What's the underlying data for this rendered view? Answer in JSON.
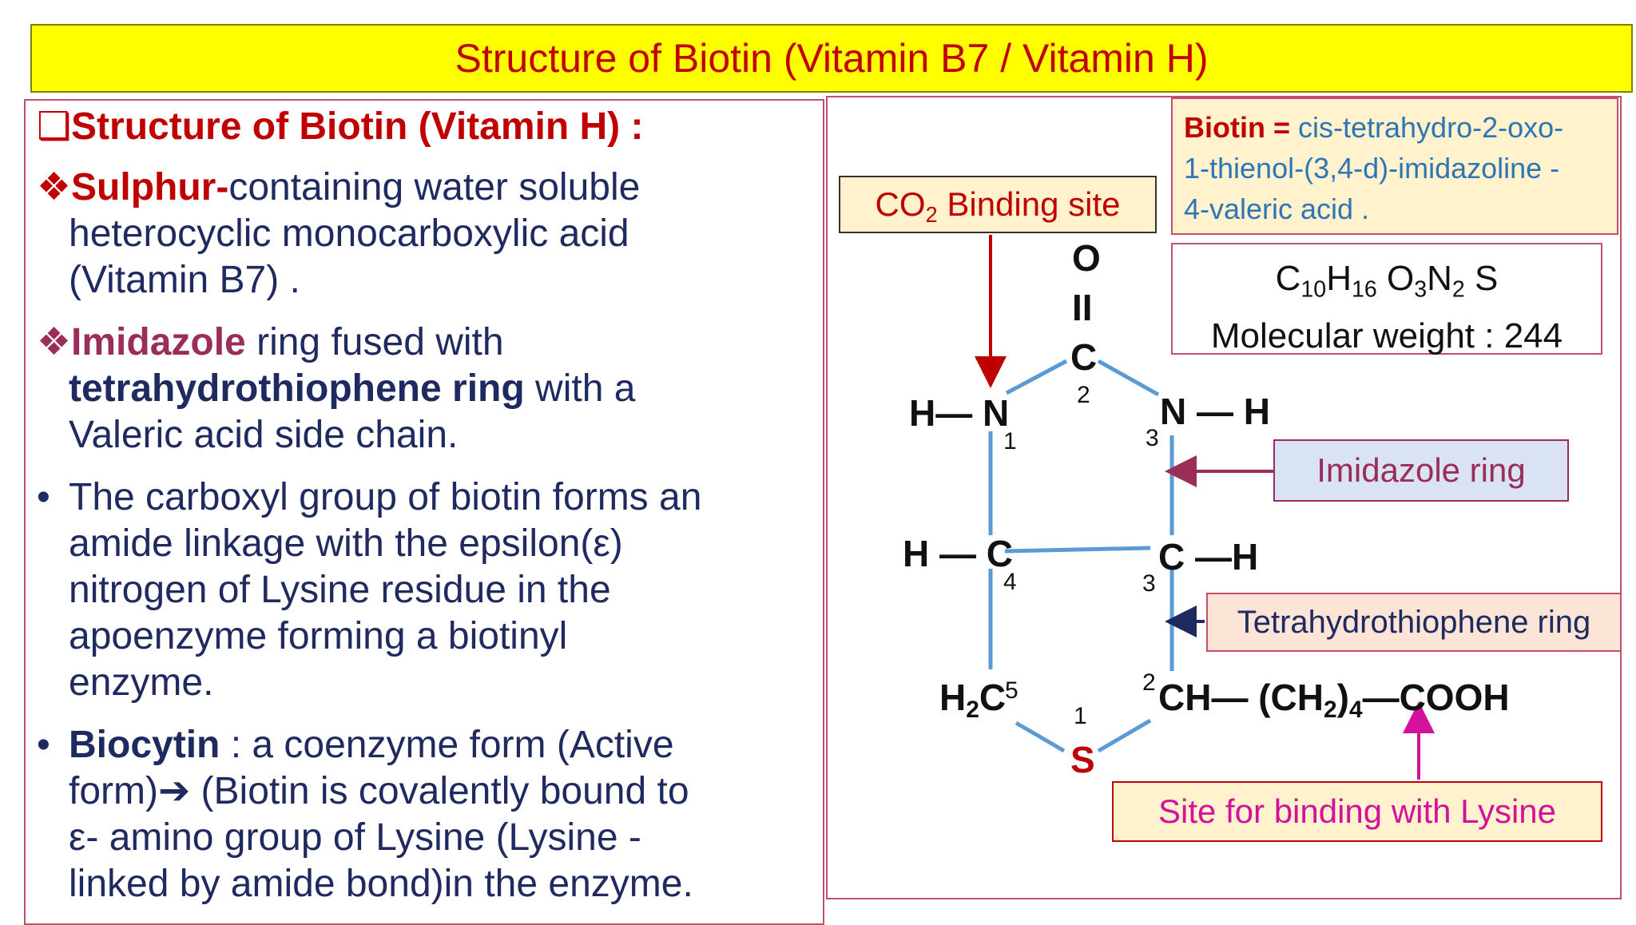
{
  "title": "Structure of Biotin (Vitamin B7 / Vitamin H)",
  "left": {
    "heading_mark": "❑",
    "heading": "Structure of Biotin (Vitamin H) :",
    "p1": {
      "mark": "❖",
      "highlight": "Sulphur-",
      "l1": "containing water soluble",
      "l2": "heterocyclic monocarboxylic acid",
      "l3": "(Vitamin B7) ."
    },
    "p2": {
      "mark": "❖",
      "highlight": "Imidazole",
      "l1": " ring fused with",
      "bold2": "tetrahydrothiophene ring",
      "l2": " with a",
      "l3": "Valeric acid side chain."
    },
    "p3": {
      "bullet": "•",
      "l1": "The carboxyl group of biotin forms an",
      "l2": "amide linkage with the epsilon(ε)",
      "l3": "nitrogen of Lysine residue in the",
      "l4": "apoenzyme forming a biotinyl",
      "l5": "enzyme."
    },
    "p4": {
      "bullet": "•",
      "bold1": "Biocytin",
      "l1": " : a coenzyme form (Active",
      "l2": "form)",
      "arrow": "➔",
      "l2b": " (Biotin is covalently bound to",
      "l3": "ε- amino group of Lysine (Lysine -",
      "l4": "linked by amide bond)in the enzyme."
    }
  },
  "iupac": {
    "label": "Biotin =",
    "l1": "cis-tetrahydro-2-oxo-",
    "l2": "1-thienol-(3,4-d)-imidazoline -",
    "l3": "4-valeric acid ."
  },
  "formula": {
    "c": "C",
    "c_n": "10",
    "h": "H",
    "h_n": "16",
    "o": " O",
    "o_n": "3",
    "n": "N",
    "n_n": "2",
    "s": " S",
    "mw": "Molecular weight : 244"
  },
  "labels": {
    "co2_pre": "CO",
    "co2_sub": "2",
    "co2_post": " Binding site",
    "imidazole": "Imidazole ring",
    "thiophene": "Tetrahydrothiophene ring",
    "lysine": "Site for binding with Lysine"
  },
  "structure": {
    "o": "O",
    "dbl": "II",
    "c2": "C",
    "n2": "2",
    "hn1": "H— N",
    "n1": "1",
    "nh3": "N — H",
    "n3a": "3",
    "hc4": "H — C",
    "n4": "4",
    "ch3": "C —H",
    "n3b": "3",
    "h2c_pre": "H",
    "h2c_sub": "2",
    "h2c_post": "C",
    "n5": "5",
    "s": "S",
    "n_s": "1",
    "n_ch": "2",
    "chain_pre": "CH— (CH",
    "chain_sub1": "2",
    "chain_post": ")",
    "chain_sub2": "4",
    "chain_end": "—COOH"
  },
  "colors": {
    "title_bg": "#ffff00",
    "title_text": "#c00000",
    "bond": "#5b9bd5",
    "red_arrow": "#c00000",
    "maroon_arrow": "#9b2d5a",
    "navy_arrow": "#1f2a60",
    "magenta_arrow": "#d4119c"
  }
}
